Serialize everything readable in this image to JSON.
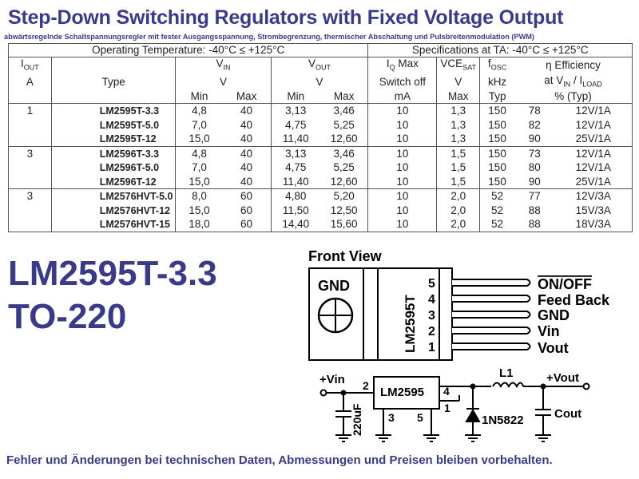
{
  "title": "Step-Down Switching Regulators with Fixed Voltage Output",
  "subtitle": "abwärtsregelnde Schaltspannungsregler mit fester  Ausgangsspannung,  Strombegrenzung,  thermischer  Abschaltung und Pulsbreitenmodulation (PWM)",
  "table": {
    "op_temp": "Operating Temperature: -40°C ≤ +125°C",
    "spec_temp": "Specifications at TA: -40°C ≤ +125°C",
    "headers": {
      "iout": "IOUT",
      "iout_unit": "A",
      "type": "Type",
      "vin": "VIN",
      "vin_unit": "V",
      "vout": "VOUT",
      "vout_unit": "V",
      "iq_1": "IQ Max",
      "iq_2": "Switch off",
      "iq_3": "mA",
      "vce_1": "VCESAT",
      "vce_2": "V",
      "vce_3": "Max",
      "fosc_1": "fOSC",
      "fosc_2": "kHz",
      "fosc_3": "Typ",
      "eff_1": "η Efficiency",
      "eff_2": "at VIN / ILOAD",
      "eff_3": "% (Typ)",
      "min": "Min",
      "max": "Max"
    },
    "groups": [
      {
        "iout": "1",
        "rows": [
          {
            "type": "LM2595T-3.3",
            "vin_min": "4,8",
            "vin_max": "40",
            "vout_min": "3,13",
            "vout_max": "3,46",
            "iq": "10",
            "vce": "1,3",
            "fosc": "150",
            "eff": "78",
            "at": "12V/1A"
          },
          {
            "type": "LM2595T-5.0",
            "vin_min": "7,0",
            "vin_max": "40",
            "vout_min": "4,75",
            "vout_max": "5,25",
            "iq": "10",
            "vce": "1,3",
            "fosc": "150",
            "eff": "82",
            "at": "12V/1A"
          },
          {
            "type": "LM2595T-12",
            "vin_min": "15,0",
            "vin_max": "40",
            "vout_min": "11,40",
            "vout_max": "12,60",
            "iq": "10",
            "vce": "1,3",
            "fosc": "150",
            "eff": "90",
            "at": "25V/1A"
          }
        ]
      },
      {
        "iout": "3",
        "rows": [
          {
            "type": "LM2596T-3.3",
            "vin_min": "4,8",
            "vin_max": "40",
            "vout_min": "3,13",
            "vout_max": "3,46",
            "iq": "10",
            "vce": "1,5",
            "fosc": "150",
            "eff": "73",
            "at": "12V/1A"
          },
          {
            "type": "LM2596T-5.0",
            "vin_min": "7,0",
            "vin_max": "40",
            "vout_min": "4,75",
            "vout_max": "5,25",
            "iq": "10",
            "vce": "1,5",
            "fosc": "150",
            "eff": "80",
            "at": "12V/1A"
          },
          {
            "type": "LM2596T-12",
            "vin_min": "15,0",
            "vin_max": "40",
            "vout_min": "11,40",
            "vout_max": "12,60",
            "iq": "10",
            "vce": "1,5",
            "fosc": "150",
            "eff": "90",
            "at": "25V/1A"
          }
        ]
      },
      {
        "iout": "3",
        "rows": [
          {
            "type": "LM2576HVT-5.0",
            "vin_min": "8,0",
            "vin_max": "60",
            "vout_min": "4,80",
            "vout_max": "5,20",
            "iq": "10",
            "vce": "2,0",
            "fosc": "52",
            "eff": "77",
            "at": "12V/3A"
          },
          {
            "type": "LM2576HVT-12",
            "vin_min": "15,0",
            "vin_max": "60",
            "vout_min": "11,50",
            "vout_max": "12,50",
            "iq": "10",
            "vce": "2,0",
            "fosc": "52",
            "eff": "88",
            "at": "15V/3A"
          },
          {
            "type": "LM2576HVT-15",
            "vin_min": "18,0",
            "vin_max": "60",
            "vout_min": "14,40",
            "vout_max": "15,60",
            "iq": "10",
            "vce": "2,0",
            "fosc": "52",
            "eff": "88",
            "at": "18V/3A"
          }
        ]
      }
    ]
  },
  "big_part": "LM2595T-3.3",
  "big_package": "TO-220",
  "front_view": {
    "label": "Front View",
    "gnd_tab": "GND",
    "part_vertical": "LM2595T",
    "pins": [
      {
        "num": "5",
        "name": "ON/OFF"
      },
      {
        "num": "4",
        "name": "Feed Back"
      },
      {
        "num": "3",
        "name": "GND"
      },
      {
        "num": "2",
        "name": "Vin"
      },
      {
        "num": "1",
        "name": "Vout"
      }
    ]
  },
  "schematic": {
    "vin": "+Vin",
    "vout": "+Vout",
    "ic": "LM2595",
    "pin_2": "2",
    "pin_4": "4",
    "pin_1": "1",
    "pin_3": "3",
    "pin_5": "5",
    "cap_in": "220uF",
    "inductor": "L1",
    "diode": "1N5822",
    "cap_out": "Cout"
  },
  "footer": "Fehler und Änderungen bei technischen Daten, Abmessungen und Preisen bleiben vorbehalten.",
  "colors": {
    "accent": "#3a3a8c",
    "text": "#222222",
    "line": "#555555"
  }
}
